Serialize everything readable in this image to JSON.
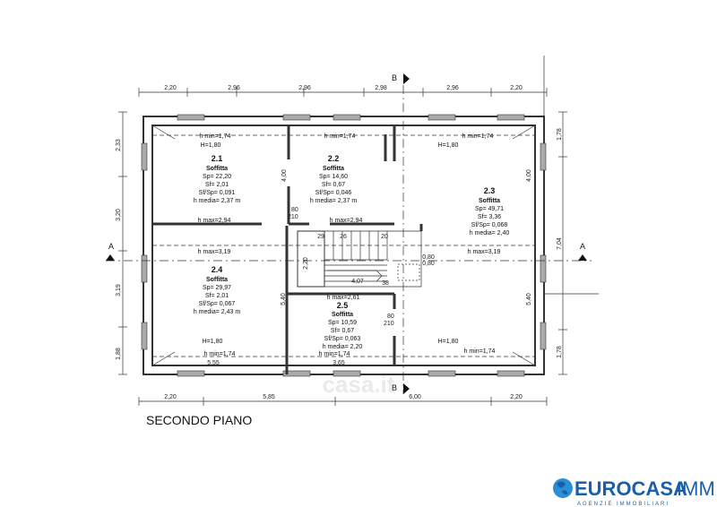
{
  "floor_title": "SECONDO PIANO",
  "section_marks": {
    "a_left": "A",
    "a_right": "A",
    "b_top": "B",
    "b_bottom": "B"
  },
  "top_dims": [
    "2,20",
    "2,96",
    "2,96",
    "2,98",
    "2,96",
    "2,20"
  ],
  "bottom_dims": [
    "2,20",
    "5,85",
    "6,00",
    "2,20"
  ],
  "left_dims": [
    "2,33",
    "3,20",
    "3,19",
    "1,88"
  ],
  "right_dims": [
    "1,78",
    "7,04",
    "1,78"
  ],
  "inner_dims": {
    "d400_left": "4,00",
    "d400_right": "4,00",
    "d540_left": "5,40",
    "d540_right": "5,40",
    "d220": "2,20",
    "d80_top": "80",
    "d210_top": "210",
    "d80_bot": "80",
    "d210_bot": "210",
    "stair_29": "29",
    "stair_26": "26",
    "stair_20": "20",
    "stair_38": "38",
    "stair_407": "4,07",
    "stair_080a": "0,80",
    "stair_080b": "0,80",
    "d555": "5,55",
    "d365": "3,65"
  },
  "rooms": [
    {
      "id": "2.1",
      "name": "Soffitta",
      "lines": [
        "Sp= 22,20",
        "Sf= 2,01",
        "Sf/Sp= 0,091",
        "h media= 2,37 m"
      ]
    },
    {
      "id": "2.2",
      "name": "Soffitta",
      "lines": [
        "Sp= 14,60",
        "Sf= 0,67",
        "Sf/Sp= 0,046",
        "h media= 2,37 m"
      ]
    },
    {
      "id": "2.3",
      "name": "Soffitta",
      "lines": [
        "Sp= 49,71",
        "Sf= 3,36",
        "Sf/Sp= 0,068",
        "h media= 2,40"
      ]
    },
    {
      "id": "2.4",
      "name": "Soffitta",
      "lines": [
        "Sp= 29,97",
        "Sf= 2,01",
        "Sf/Sp= 0,067",
        "h media= 2,43 m"
      ]
    },
    {
      "id": "2.5",
      "name": "Soffitta",
      "lines": [
        "Sp= 10,59",
        "Sf= 0,67",
        "Sf/Sp= 0,063",
        "h media= 2,20"
      ]
    }
  ],
  "annotations": {
    "hmin_1": "h min=1,74",
    "h_1": "H=1,80",
    "hmin_2": "h min=1,74",
    "hmin_3": "h min=1,74",
    "h_3": "H=1,80",
    "hmax_294a": "h max=2,94",
    "hmax_294b": "h max=2,94",
    "hmax_319a": "h max=3,19",
    "hmax_319b": "h max=3,19",
    "hmax_261": "h max=2,61",
    "h_4": "H=1,80",
    "hmin_4": "h min=1,74",
    "hmin_5": "h min=1,74",
    "h_6": "H=1,80",
    "hmin_6": "h min=1,74"
  },
  "watermark": "casa.it",
  "logo": {
    "text": "EUROCASA",
    "suffix": "IMM",
    "tagline": "AGENZIE IMMOBILIARI",
    "brand_color": "#1a5fa8"
  }
}
